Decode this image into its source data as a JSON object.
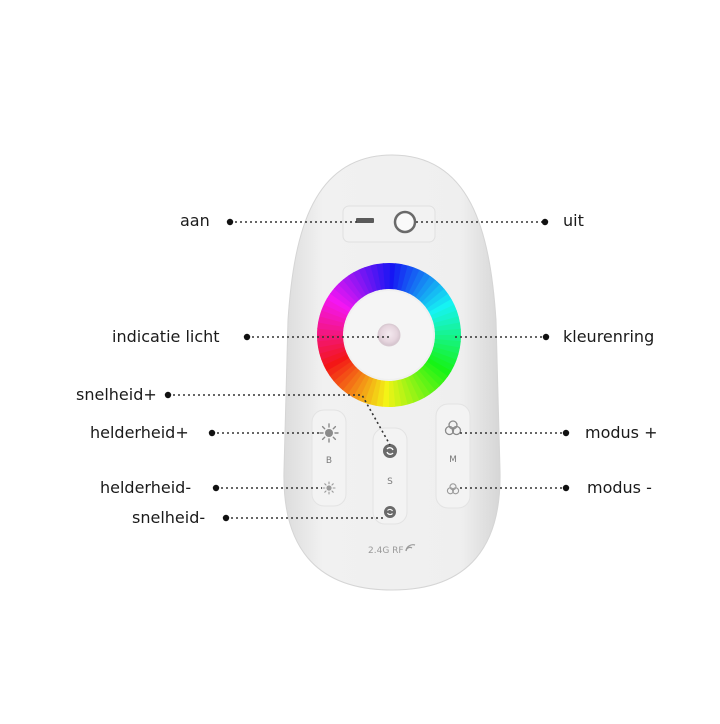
{
  "labels": {
    "on": "aan",
    "off": "uit",
    "indicator": "indicatie licht",
    "color_ring": "kleurenring",
    "speed_up": "snelheid+",
    "brightness_up": "helderheid+",
    "mode_up": "modus +",
    "brightness_down": "helderheid-",
    "mode_down": "modus -",
    "speed_down": "snelheid-"
  },
  "remote": {
    "brightness_letter": "B",
    "speed_letter": "S",
    "mode_letter": "M",
    "rf_text": "2.4G RF"
  },
  "colors": {
    "body": "#ececec",
    "edge": "#d9d9d9",
    "leader": "#333333"
  }
}
